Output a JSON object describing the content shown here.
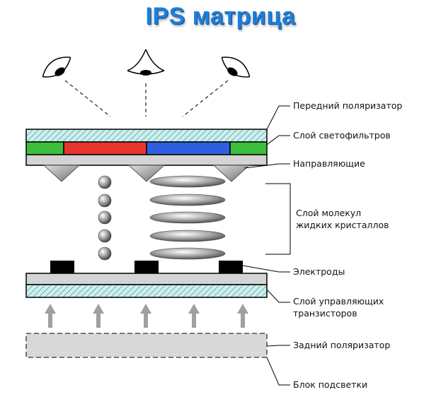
{
  "title": "IPS матрица",
  "labels": {
    "front_polarizer": "Передний поляризатор",
    "color_filters": "Слой светофильтров",
    "guides": "Направляющие",
    "lc_layer_line1": "Слой молекул",
    "lc_layer_line2": "жидких кристаллов",
    "electrodes": "Электроды",
    "transistors_line1": "Слой управляющих",
    "transistors_line2": "транзисторов",
    "rear_polarizer": "Задний поляризатор",
    "backlight": "Блок подсветки"
  },
  "colors": {
    "title": "#1e7fd9",
    "filter_green": "#3dbf3d",
    "filter_red": "#e8352e",
    "filter_blue": "#2f5fe0",
    "hatch_bg": "#cfeeee",
    "hatch_line": "#4aa6a6",
    "plate": "#d4d4d4",
    "electrode": "#000000",
    "arrow": "#a0a0a0",
    "backlight": "#d8d8d8"
  }
}
